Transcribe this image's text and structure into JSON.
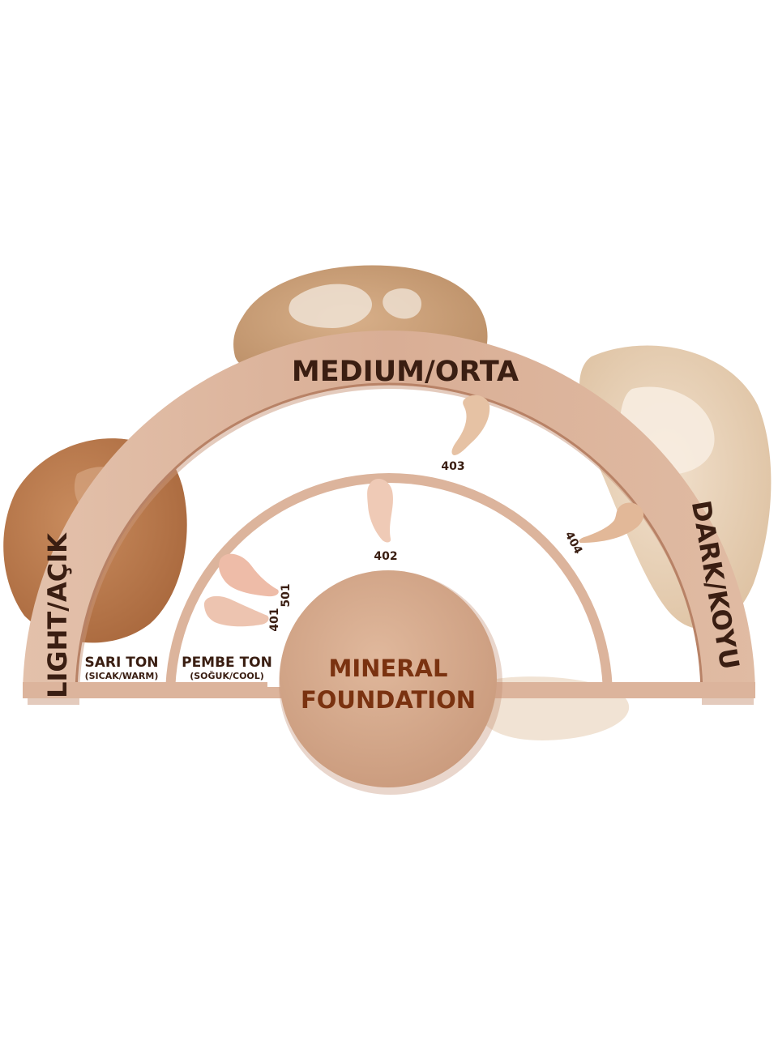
{
  "colors": {
    "arch": "#dcb49c",
    "arch_shadow": "#c9977c",
    "label_dark": "#3a1e12",
    "center_text": "#7a3210",
    "center_circle": "#d4a88c",
    "blob_dark": "#b77548",
    "blob_mid": "#c99a72",
    "blob_light": "#e6ccb0",
    "swatch_401": "#edc4b0",
    "swatch_501": "#eebca8",
    "swatch_402": "#efcab6",
    "swatch_403": "#e6c2a4",
    "swatch_404": "#e2b898"
  },
  "labels": {
    "medium": "MEDIUM/ORTA",
    "light": "LIGHT/AÇIK",
    "dark": "DARK/KOYU",
    "sari_ton": "SARI TON",
    "sari_sub": "(SICAK/WARM)",
    "pembe_ton": "PEMBE TON",
    "pembe_sub": "(SOĞUK/COOL)",
    "center_line1": "MINERAL",
    "center_line2": "FOUNDATION"
  },
  "shades": [
    {
      "code": "401",
      "icon": "swatch-smear"
    },
    {
      "code": "501",
      "icon": "swatch-smear"
    },
    {
      "code": "402",
      "icon": "swatch-smear"
    },
    {
      "code": "403",
      "icon": "swatch-smear"
    },
    {
      "code": "404",
      "icon": "swatch-smear"
    }
  ]
}
